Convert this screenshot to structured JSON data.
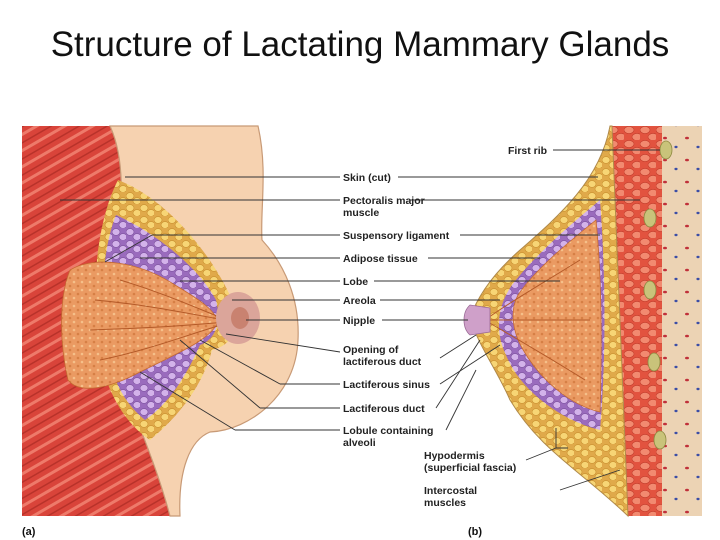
{
  "title": "Structure of Lactating Mammary Glands",
  "labels": {
    "first_rib": "First rib",
    "skin_cut": "Skin (cut)",
    "pectoralis_1": "Pectoralis major",
    "pectoralis_2": "muscle",
    "suspensory_ligament": "Suspensory ligament",
    "adipose_tissue": "Adipose tissue",
    "lobe": "Lobe",
    "areola": "Areola",
    "nipple": "Nipple",
    "opening_1": "Opening of",
    "opening_2": "lactiferous duct",
    "lactiferous_sinus": "Lactiferous sinus",
    "lactiferous_duct": "Lactiferous duct",
    "lobule_1": "Lobule containing",
    "lobule_2": "alveoli",
    "hypodermis_1": "Hypodermis",
    "hypodermis_2": "(superficial fascia)",
    "intercostal_1": "Intercostal",
    "intercostal_2": "muscles"
  },
  "panels": {
    "a": "(a)",
    "b": "(b)"
  },
  "colors": {
    "muscle": "#d9443a",
    "skin": "#f6d2b0",
    "fat": "#f2c96a",
    "gland": "#e9935a",
    "lobe_bg": "#b98ad0",
    "areola": "#dba59a",
    "fascia": "#e6c9a6"
  }
}
